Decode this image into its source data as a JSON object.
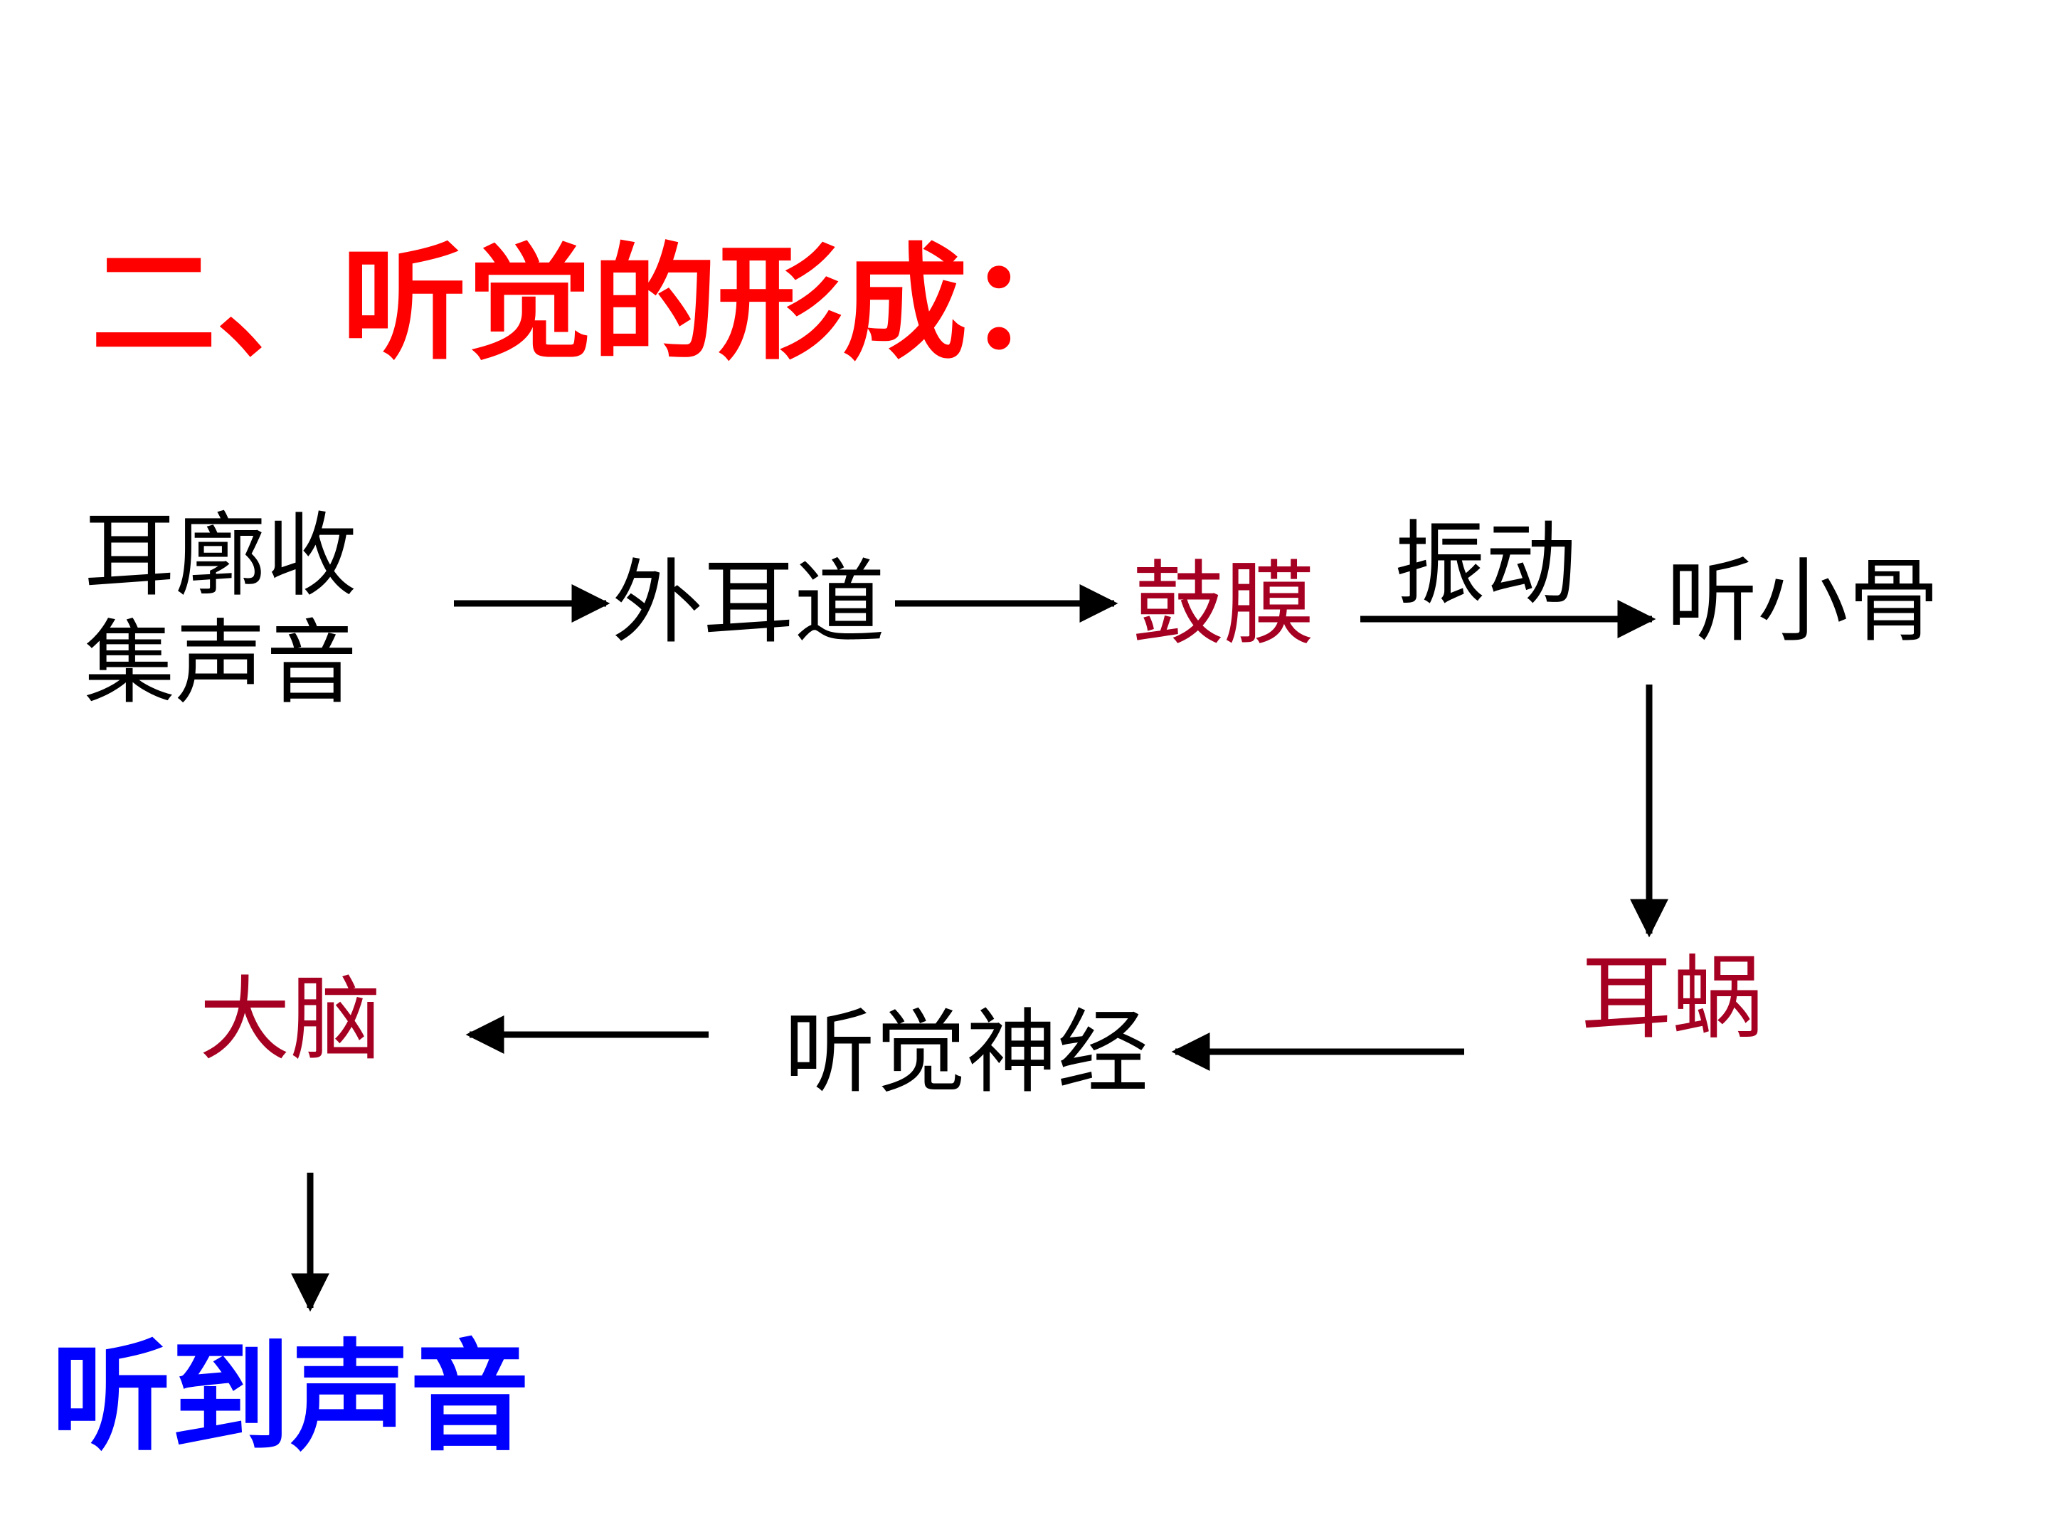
{
  "title": "二、听觉的形成：",
  "nodes": {
    "pinna": {
      "lines": [
        "耳廓收",
        "集声音"
      ]
    },
    "ear_canal": "外耳道",
    "eardrum": "鼓膜",
    "ossicles": "听小骨",
    "cochlea": "耳蜗",
    "auditory_nerve": "听觉神经",
    "brain": "大脑"
  },
  "edge_labels": {
    "eardrum_to_ossicles": "振动"
  },
  "result": "听到声音",
  "colors": {
    "title": "#ff0000",
    "highlight": "#a50021",
    "normal_text": "#000000",
    "result": "#0000ff",
    "arrow": "#000000"
  }
}
